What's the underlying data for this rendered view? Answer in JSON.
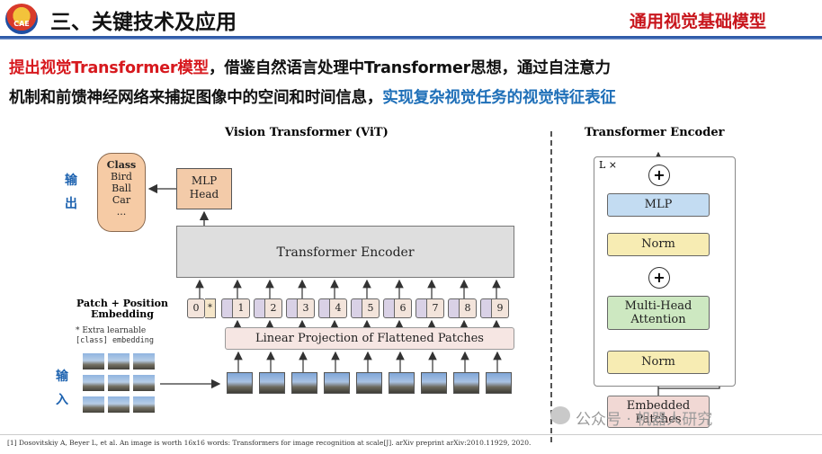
{
  "header": {
    "logo_text": "CAE",
    "section_title": "三、关键技术及应用",
    "topic_tag": "通用视觉基础模型"
  },
  "intro": {
    "line1_red": "提出视觉Transformer模型",
    "line1_black": "，借鉴自然语言处理中Transformer思想，通过自注意力",
    "line2_black": "机制和前馈神经网络来捕捉图像中的空间和时间信息，",
    "line2_blue": "实现复杂视觉任务的视觉特征表征"
  },
  "vit": {
    "title": "Vision Transformer (ViT)",
    "side_output": "输出",
    "side_input": "输入",
    "class_box": {
      "heading": "Class",
      "items": [
        "Bird",
        "Ball",
        "Car",
        "..."
      ]
    },
    "mlp_head": {
      "line1": "MLP",
      "line2": "Head"
    },
    "transformer_encoder": "Transformer Encoder",
    "patch_position_label": {
      "line1": "Patch + Position",
      "line2": "Embedding"
    },
    "extra_note": {
      "line1": "* Extra learnable",
      "line2": "[class] embedding"
    },
    "tokens": [
      "0",
      "1",
      "2",
      "3",
      "4",
      "5",
      "6",
      "7",
      "8",
      "9"
    ],
    "class_token_marker": "*",
    "linear_projection": "Linear Projection of Flattened Patches"
  },
  "encoder_detail": {
    "title": "Transformer Encoder",
    "repeat_label": "L ×",
    "plus_symbol": "+",
    "mlp": "MLP",
    "norm_top": "Norm",
    "mha": {
      "line1": "Multi-Head",
      "line2": "Attention"
    },
    "norm_bottom": "Norm",
    "embedded_patches": {
      "line1": "Embedded",
      "line2": "Patches"
    }
  },
  "watermark": "公众号 · 机器人研究",
  "citation": "[1] Dosovitskiy A, Beyer L, et al. An image is worth 16x16 words: Transformers for image recognition at scale[J]. arXiv preprint arXiv:2010.11929, 2020.",
  "colors": {
    "accent_red": "#d7191e",
    "accent_blue": "#1e6fb8",
    "header_rule": "#2d59a8",
    "mlp_head_fill": "#f3cba9",
    "encoder_fill": "#dedede",
    "mlp_fill": "#c3dcf2",
    "norm_fill": "#f7ecb3",
    "mha_fill": "#cde8c1"
  },
  "icons": {
    "logo": "cae-logo-icon",
    "watermark": "wechat-icon"
  }
}
